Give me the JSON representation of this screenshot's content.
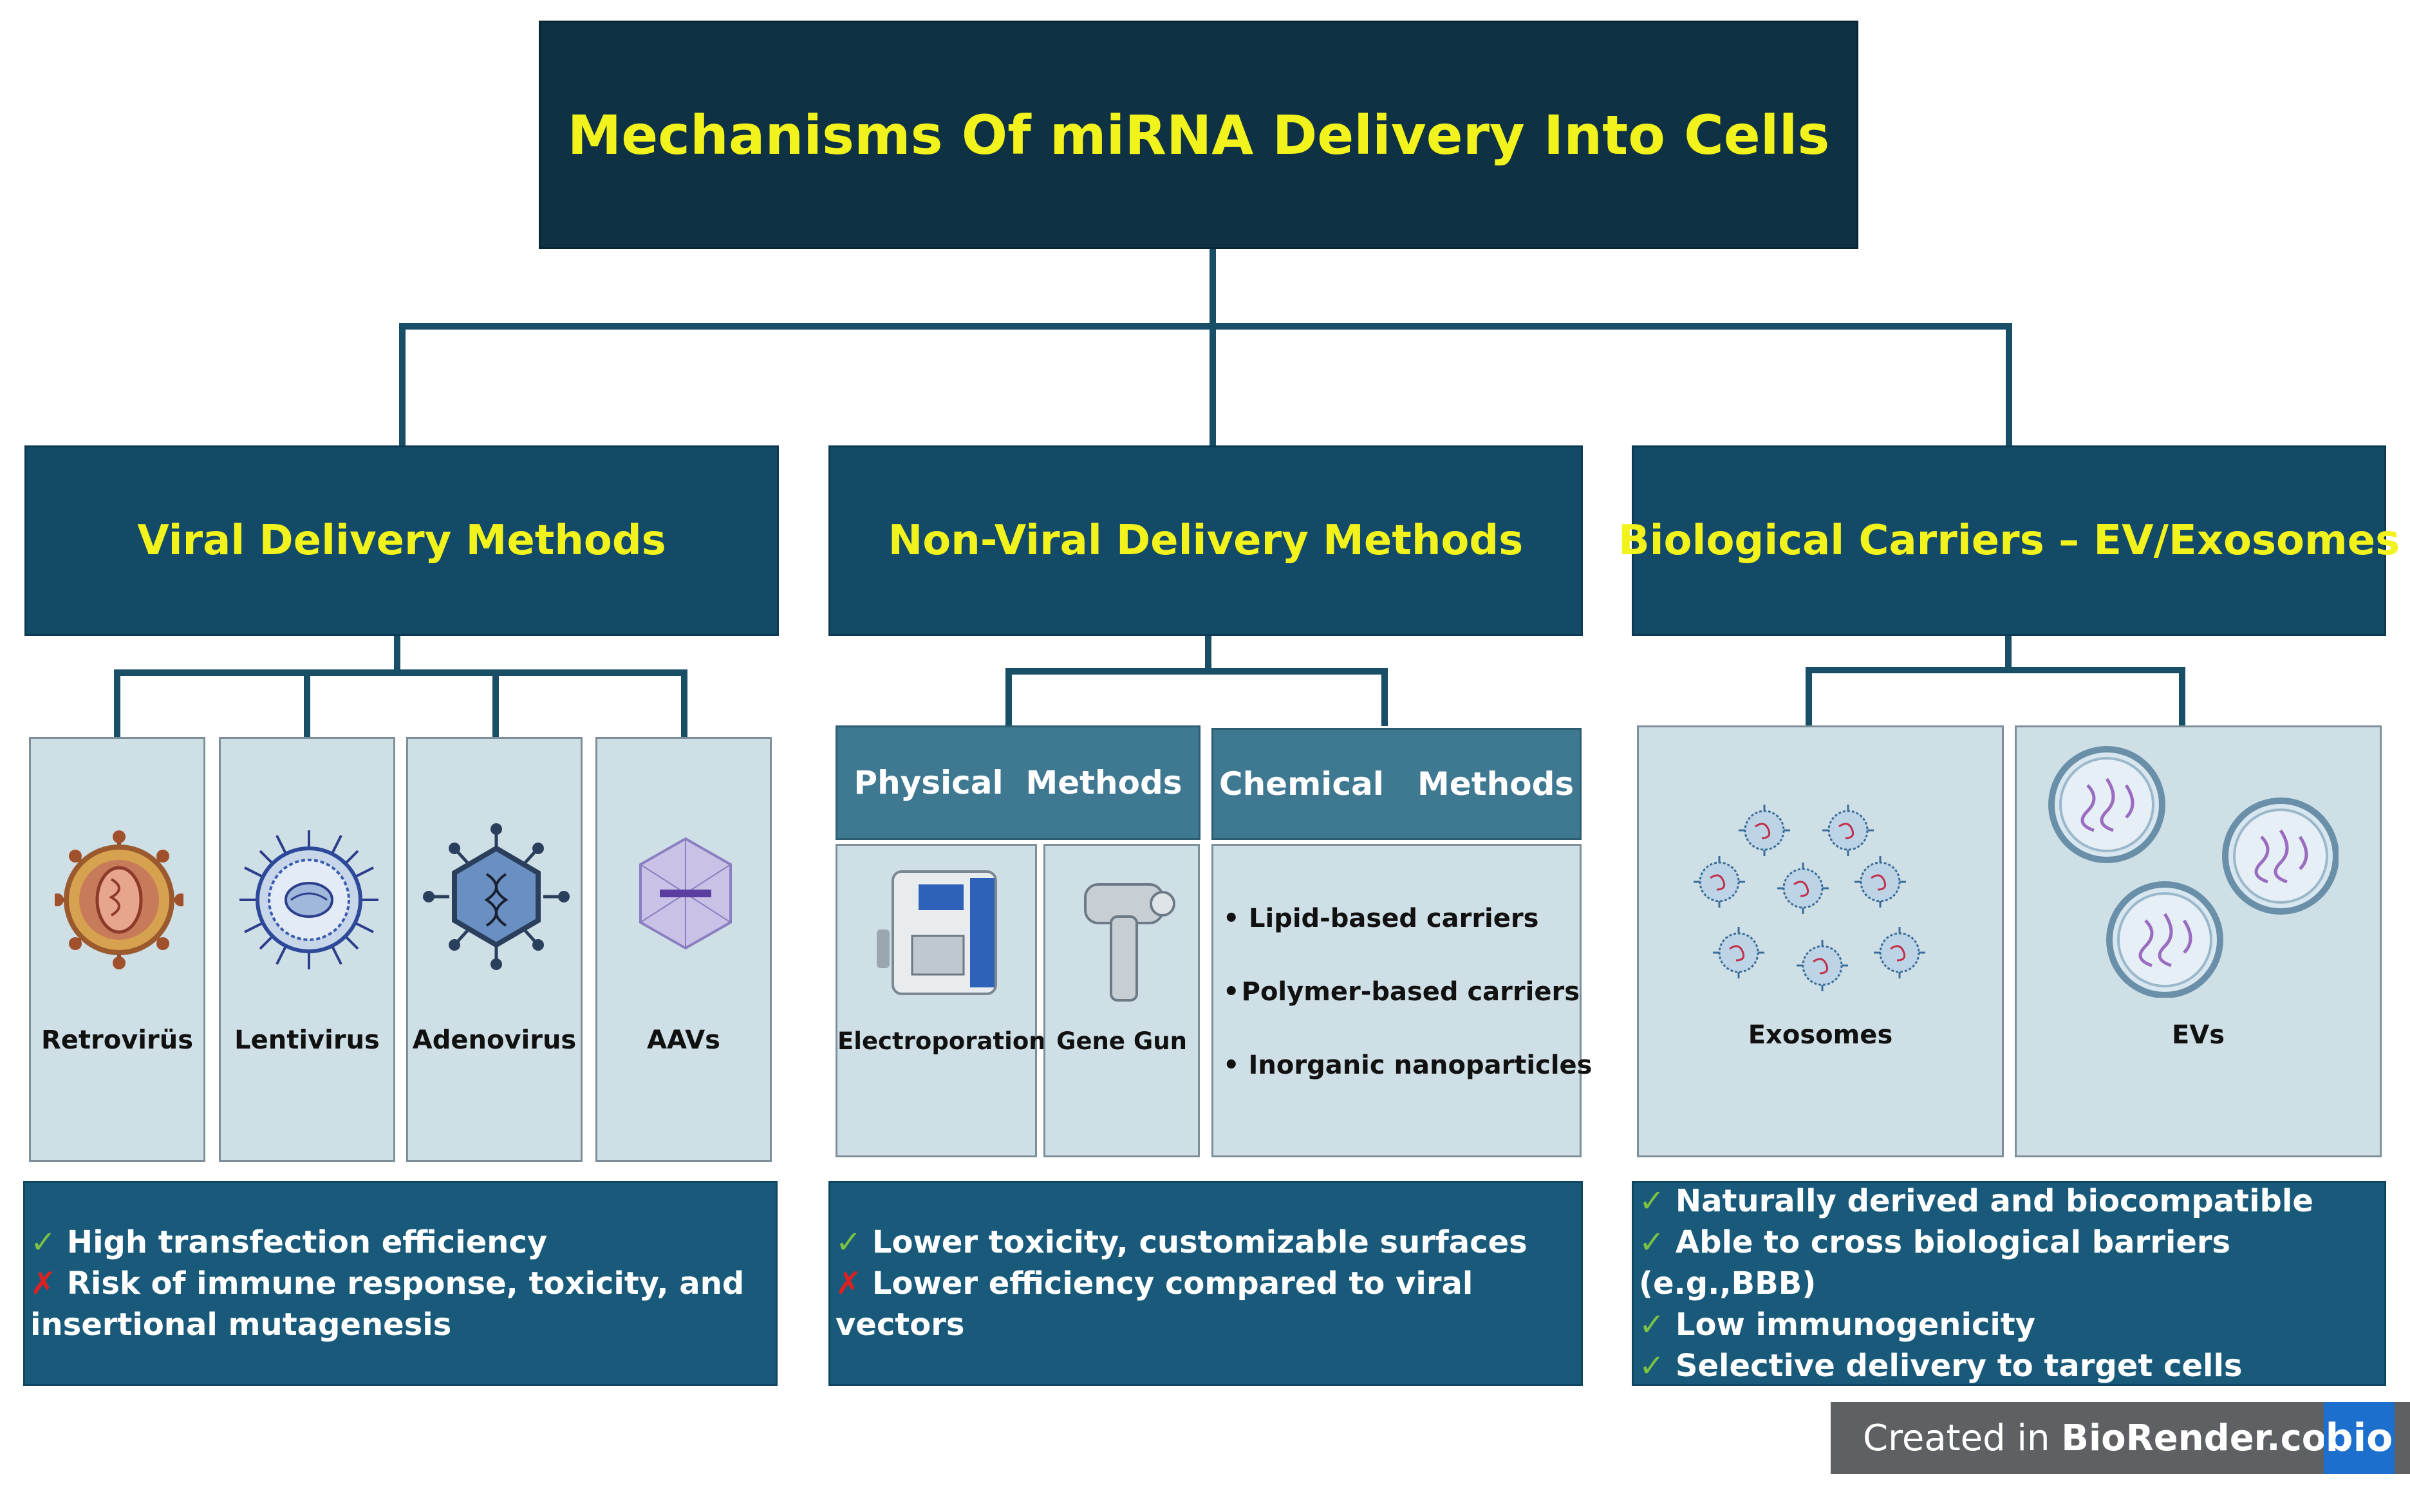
{
  "title": "Mechanisms Of miRNA Delivery Into Cells",
  "categories": {
    "viral": "Viral Delivery Methods",
    "nonviral": "Non-Viral Delivery Methods",
    "biological": "Biological Carriers – EV/Exosomes"
  },
  "viral_items": [
    "Retrovirüs",
    "Lentivirus",
    "Adenovirus",
    "AAVs"
  ],
  "physical": {
    "header": "Physical  Methods",
    "items": [
      "Electroporation",
      "Gene Gun"
    ]
  },
  "chemical": {
    "header": "Chemical   Methods",
    "items": [
      "Lipid-based carriers",
      "Polymer-based carriers",
      " Inorganic nanoparticles"
    ]
  },
  "bio_items": [
    "Exosomes",
    "EVs"
  ],
  "notes": {
    "viral": [
      {
        "mark": "✓",
        "text": " High transfection efficiency"
      },
      {
        "mark": "✗",
        "text": " Risk of immune response, toxicity, and"
      },
      {
        "mark": "",
        "text": "insertional mutagenesis"
      }
    ],
    "nonviral": [
      {
        "mark": "✓",
        "text": " Lower toxicity, customizable surfaces"
      },
      {
        "mark": "✗",
        "text": " Lower efficiency compared to viral vectors"
      }
    ],
    "biological": [
      {
        "mark": "✓",
        "text": " Naturally derived and biocompatible"
      },
      {
        "mark": "✓",
        "text": " Able to cross biological barriers (e.g.,BBB)"
      },
      {
        "mark": "✓",
        "text": " Low immunogenicity"
      },
      {
        "mark": "✓",
        "text": " Selective delivery to target cells"
      }
    ]
  },
  "badge": {
    "text_prefix": "Created in ",
    "text_bold": "BioRender.com",
    "logo": "bio"
  },
  "colors": {
    "title_bg": "#0e3243",
    "category_bg": "#124a68",
    "title_text": "#f2f21c",
    "panel_bg": "#cfdfe6",
    "check": "#7cc242",
    "cross": "#e02020"
  }
}
